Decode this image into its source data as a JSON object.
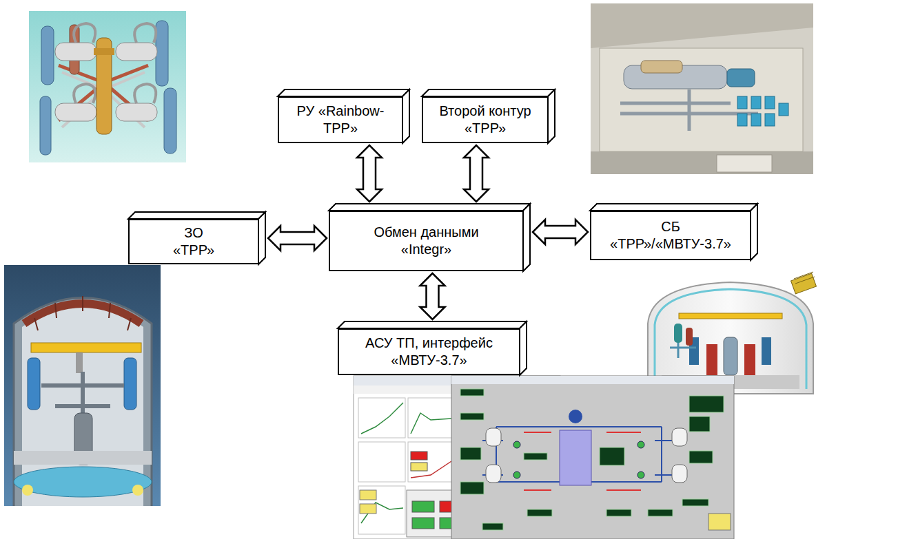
{
  "diagram": {
    "nodes": [
      {
        "text": [
          "РУ «Rainbow-TPP»"
        ]
      },
      {
        "text": [
          "Второй контур «ТРР»"
        ]
      },
      {
        "text": [
          "ЗО «ТРР»"
        ]
      },
      {
        "text": [
          "Обмен данными «Integr»"
        ]
      },
      {
        "text": [
          "СБ «ТРР»/«МВТУ-3.7»"
        ]
      },
      {
        "text": [
          "АСУ ТП, интерфейс «МВТУ-3.7»"
        ]
      }
    ],
    "edges": [
      {
        "from": 3,
        "to": 0,
        "arrow": "both"
      },
      {
        "from": 3,
        "to": 1,
        "arrow": "both"
      },
      {
        "from": 3,
        "to": 2,
        "arrow": "both"
      },
      {
        "from": 3,
        "to": 4,
        "arrow": "both"
      },
      {
        "from": 3,
        "to": 5,
        "arrow": "both"
      }
    ]
  }
}
